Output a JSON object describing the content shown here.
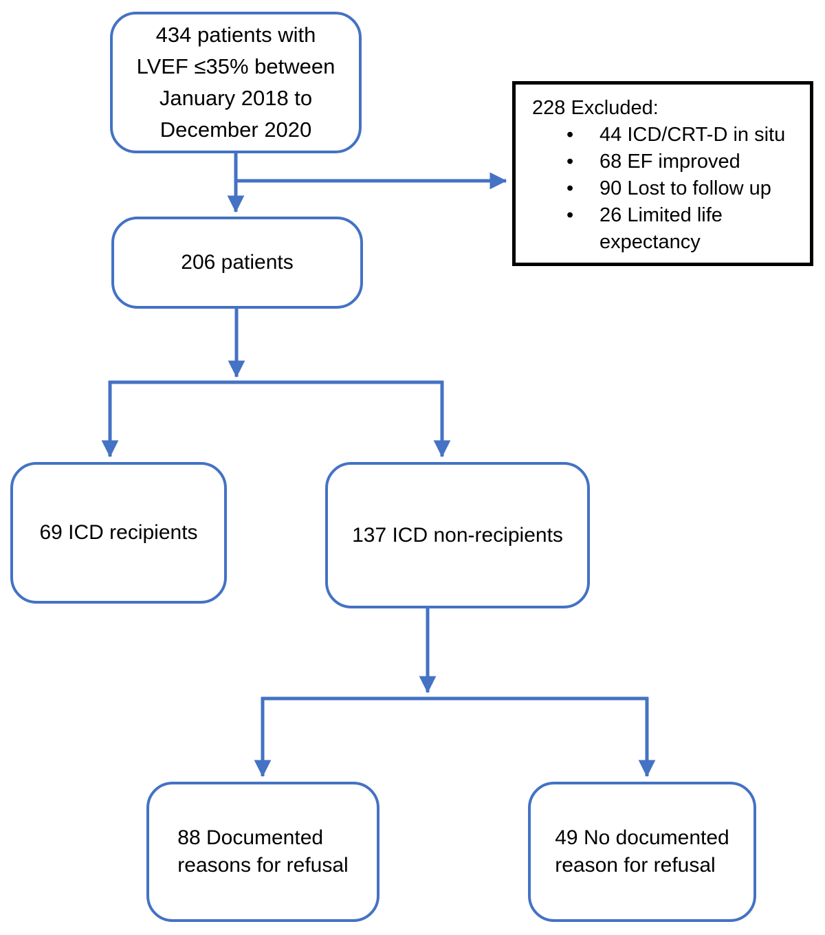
{
  "flowchart": {
    "boxes": {
      "initial": {
        "text": "434 patients with\nLVEF ≤35% between\nJanuary 2018 to\nDecember 2020"
      },
      "excluded": {
        "title": "228 Excluded:",
        "bullet_char": "•",
        "items": [
          "44 ICD/CRT-D in situ",
          "68 EF improved",
          "90 Lost to follow up",
          "26 Limited life expectancy"
        ]
      },
      "cohort": {
        "text": "206 patients"
      },
      "recipients": {
        "text": "69 ICD recipients"
      },
      "non_recipients": {
        "text": "137 ICD non-recipients"
      },
      "documented": {
        "text": "88 Documented\nreasons for refusal"
      },
      "no_documented": {
        "text": "49 No documented\nreason for refusal"
      }
    },
    "colors": {
      "accent": "#4472C4",
      "excluded_border": "#000000",
      "text": "#000000",
      "background": "#FFFFFF"
    }
  }
}
